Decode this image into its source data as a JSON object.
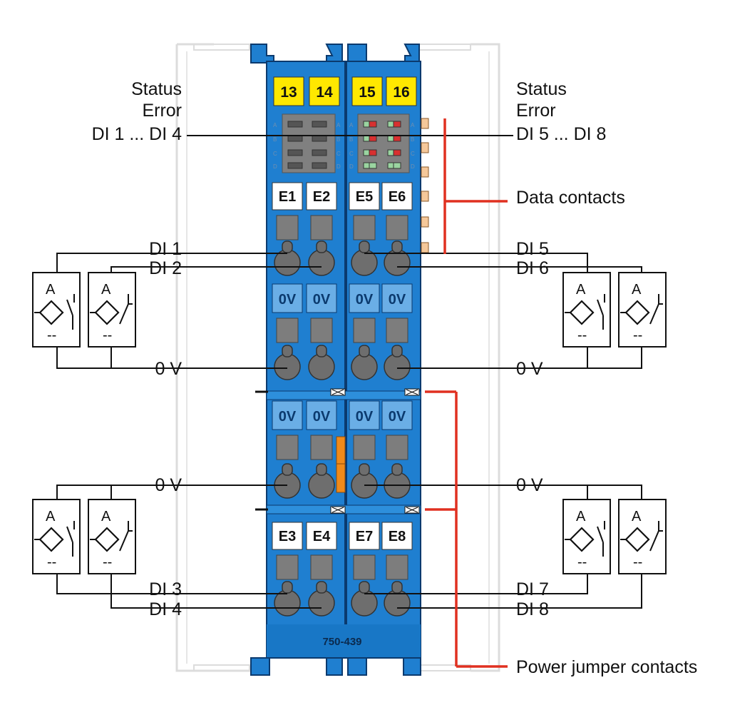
{
  "module": {
    "model": "750-439",
    "terminal_numbers": [
      "13",
      "14",
      "15",
      "16"
    ],
    "entry_labels_top": [
      "E1",
      "E2",
      "E5",
      "E6"
    ],
    "entry_labels_bottom": [
      "E3",
      "E4",
      "E7",
      "E8"
    ],
    "zero_volt_label": "0V",
    "led_letters": [
      "A",
      "B",
      "C",
      "D"
    ]
  },
  "labels_left": {
    "status": "Status",
    "error": "Error",
    "di_range": "DI 1 ... DI 4",
    "di1": "DI 1",
    "di2": "DI 2",
    "zero_v_top": "0 V",
    "zero_v_bottom": "0 V",
    "di3": "DI 3",
    "di4": "DI 4"
  },
  "labels_right": {
    "status": "Status",
    "error": "Error",
    "di_range": "DI 5 ... DI 8",
    "data_contacts": "Data contacts",
    "di5": "DI 5",
    "di6": "DI 6",
    "zero_v_top": "0 V",
    "zero_v_bottom": "0 V",
    "di7": "DI 7",
    "di8": "DI 8",
    "power_jumper": "Power jumper contacts"
  },
  "sensor": {
    "letter": "A",
    "dash": "--"
  },
  "colors": {
    "module_blue": "#1f7fd0",
    "module_blue_dark": "#0d5ea8",
    "terminal_yellow": "#ffe800",
    "bracket_red": "#e03020",
    "jumper_orange": "#f08a1a",
    "rail_gray": "#d8d8d8"
  }
}
